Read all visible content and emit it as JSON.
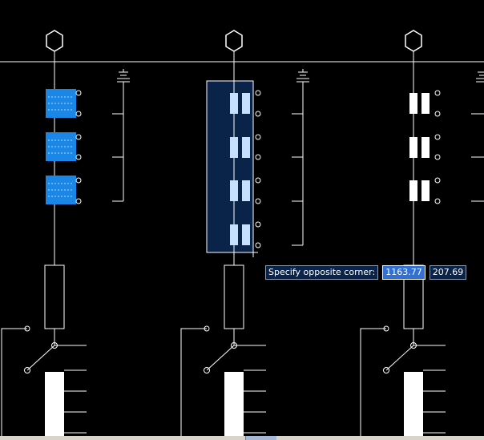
{
  "command_prompt": {
    "label": "Specify opposite corner:",
    "x_value": "1163.77",
    "y_value": "207.69"
  },
  "colors": {
    "background": "#000000",
    "linework": "#ffffff",
    "selected_block": "#1a86e6",
    "selection_window": "#0a2348",
    "selection_window_border": "#ffffff"
  },
  "drawing": {
    "columns": [
      {
        "id": "column-1",
        "state": "selected",
        "units": 3
      },
      {
        "id": "column-2",
        "state": "in-selection-window",
        "units": 4
      },
      {
        "id": "column-3",
        "state": "normal",
        "units": 3
      }
    ]
  }
}
